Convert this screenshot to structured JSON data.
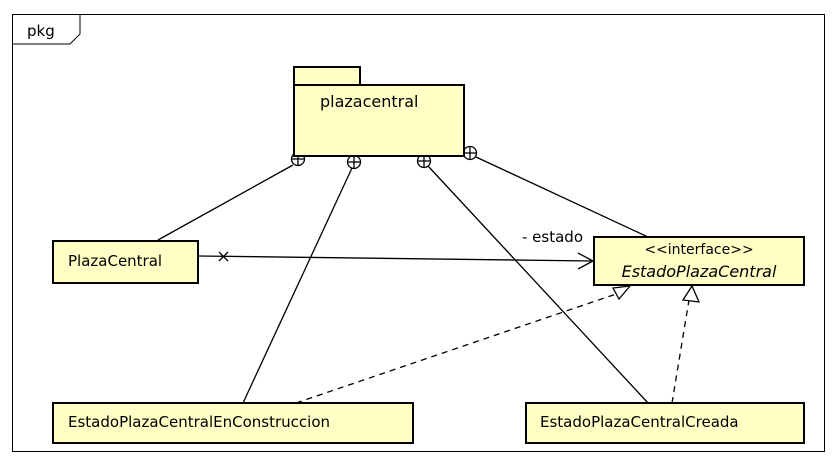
{
  "frame": {
    "label": "pkg"
  },
  "package": {
    "name": "plazacentral"
  },
  "classes": {
    "plaza_central": "PlazaCentral",
    "en_construccion": "EstadoPlazaCentralEnConstruccion",
    "creada": "EstadoPlazaCentralCreada"
  },
  "interface": {
    "stereotype": "<<interface>>",
    "name": "EstadoPlazaCentral"
  },
  "association": {
    "role_label": "- estado"
  }
}
